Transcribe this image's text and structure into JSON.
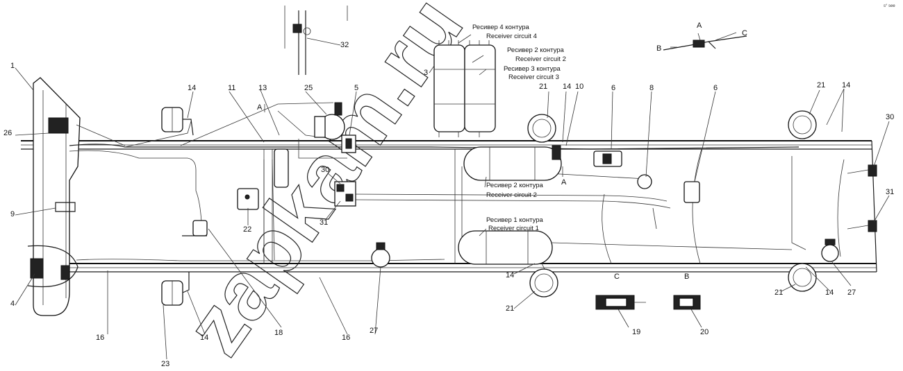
{
  "watermark": "zapkam.ru",
  "corner_note": "s° see",
  "receivers": {
    "r4_ru": "Ресивер 4 контура",
    "r4_en": "Receiver circuit 4",
    "r2_ru": "Ресивер 2 контура",
    "r2_en": "Receiver circuit 2",
    "r3_ru": "Ресивер 3 контура",
    "r3_en": "Receiver circuit 3",
    "r2b_ru": "Ресивер 2 контура",
    "r2b_en": "Receiver circuit 2",
    "r1_ru": "Ресивер 1 контура",
    "r1_en": "Receiver circuit 1"
  },
  "view_labels": {
    "a_top": "A",
    "a_mid": "A",
    "a_detail": "A",
    "b_detail": "B",
    "c_detail": "C",
    "c_bottom": "C",
    "b_bottom": "B"
  },
  "callouts": {
    "n1": "1",
    "n3": "3",
    "n4": "4",
    "n5": "5",
    "n6a": "6",
    "n6b": "6",
    "n8": "8",
    "n9": "9",
    "n10": "10",
    "n11": "11",
    "n13": "13",
    "n14a": "14",
    "n14b": "14",
    "n14c": "14",
    "n14d": "14",
    "n14e": "14",
    "n14f": "14",
    "n16a": "16",
    "n16b": "16",
    "n18": "18",
    "n19": "19",
    "n20": "20",
    "n21a": "21",
    "n21b": "21",
    "n21c": "21",
    "n21d": "21",
    "n22": "22",
    "n23": "23",
    "n25": "25",
    "n26": "26",
    "n27a": "27",
    "n27b": "27",
    "n30a": "30",
    "n30b": "30",
    "n31a": "31",
    "n31b": "31",
    "n32": "32"
  }
}
